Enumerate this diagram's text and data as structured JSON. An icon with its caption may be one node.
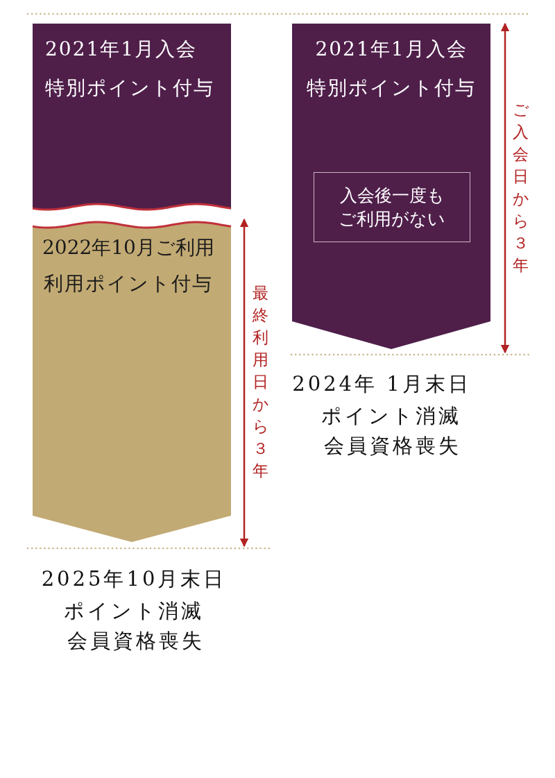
{
  "diagram": {
    "nodes": [
      {
        "text": [
          "2021年1月入会",
          "特別ポイント付与"
        ]
      },
      {
        "text": [
          "2022年10月ご利用",
          "利用ポイント付与"
        ]
      },
      {
        "text": [
          "2021年1月入会",
          "特別ポイント付与"
        ]
      },
      {
        "text": [
          "入会後一度もご利用がない"
        ],
        "in": 2
      }
    ],
    "labels": [
      "ご入会日から３年",
      "最終利用日から３年",
      "2024年 1月末日",
      "ポイント消滅",
      "会員資格喪失",
      "2025年10月末日",
      "ポイント消滅",
      "会員資格喪失"
    ]
  }
}
